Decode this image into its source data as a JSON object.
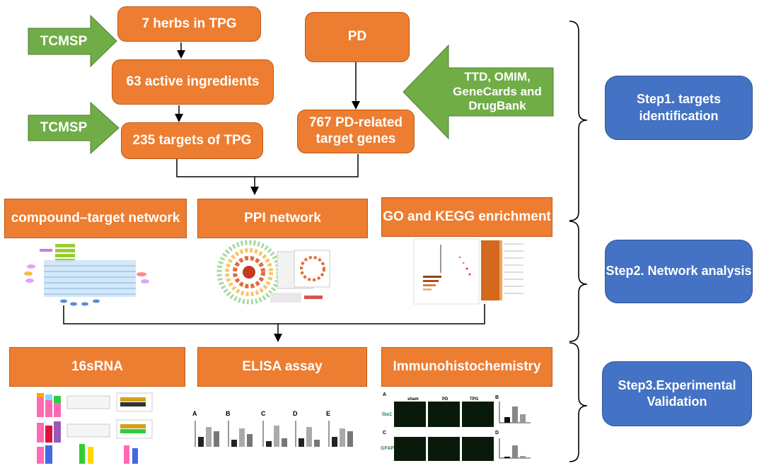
{
  "nodes": {
    "herbs": "7 herbs in TPG",
    "ingredients": "63 active ingredients",
    "targets_tpg": "235 targets of TPG",
    "pd": "PD",
    "pd_genes": "767 PD-related target genes"
  },
  "arrow_labels": {
    "tcmsp_1": "TCMSP",
    "tcmsp_2": "TCMSP",
    "databases": "TTD, OMIM, GeneCards and DrugBank"
  },
  "analysis": {
    "compound_target": "compound–target network",
    "ppi": "PPI network",
    "go_kegg": "GO and KEGG enrichment"
  },
  "validation": {
    "rna": "16sRNA",
    "elisa": "ELISA assay",
    "ihc": "Immunohistochemistry"
  },
  "steps": {
    "step1": "Step1. targets identification",
    "step2": "Step2. Network analysis",
    "step3": "Step3.Experimental Validation"
  },
  "elisa_panel": {
    "letters": [
      "A",
      "B",
      "C",
      "D",
      "E"
    ]
  },
  "ihc_panel": {
    "col_headers": [
      "sham",
      "PD",
      "TPG"
    ],
    "row_labels": [
      "Iba1",
      "GFAP"
    ],
    "letters": [
      "A",
      "B",
      "C",
      "D"
    ]
  },
  "colors": {
    "box": "#ED7D31",
    "arrow": "#70AD47",
    "step": "#4472C4"
  }
}
